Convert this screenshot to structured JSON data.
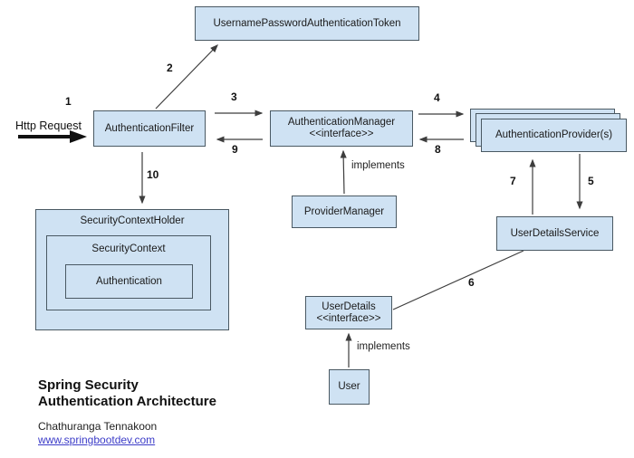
{
  "title": {
    "line1": "Spring Security",
    "line2": "Authentication Architecture"
  },
  "credit": {
    "author": "Chathuranga Tennakoon",
    "website": "www.springbootdev.com"
  },
  "labels": {
    "http_request": "Http Request",
    "implements_manager": "implements",
    "implements_user": "implements"
  },
  "nodes": {
    "token": "UsernamePasswordAuthenticationToken",
    "filter": "AuthenticationFilter",
    "manager_line1": "AuthenticationManager",
    "manager_line2": "<<interface>>",
    "providers": "AuthenticationProvider(s)",
    "provider_manager": "ProviderManager",
    "user_details_service": "UserDetailsService",
    "user_details_line1": "UserDetails",
    "user_details_line2": "<<interface>>",
    "user": "User",
    "security_context_holder": "SecurityContextHolder",
    "security_context": "SecurityContext",
    "authentication": "Authentication"
  },
  "steps": {
    "s1": "1",
    "s2": "2",
    "s3": "3",
    "s4": "4",
    "s5": "5",
    "s6": "6",
    "s7": "7",
    "s8": "8",
    "s9": "9",
    "s10": "10"
  },
  "colors": {
    "box_fill": "#cfe2f3",
    "box_border": "#4a5963",
    "line_color": "#3d3d3d",
    "link_color": "#3c3cc8"
  }
}
